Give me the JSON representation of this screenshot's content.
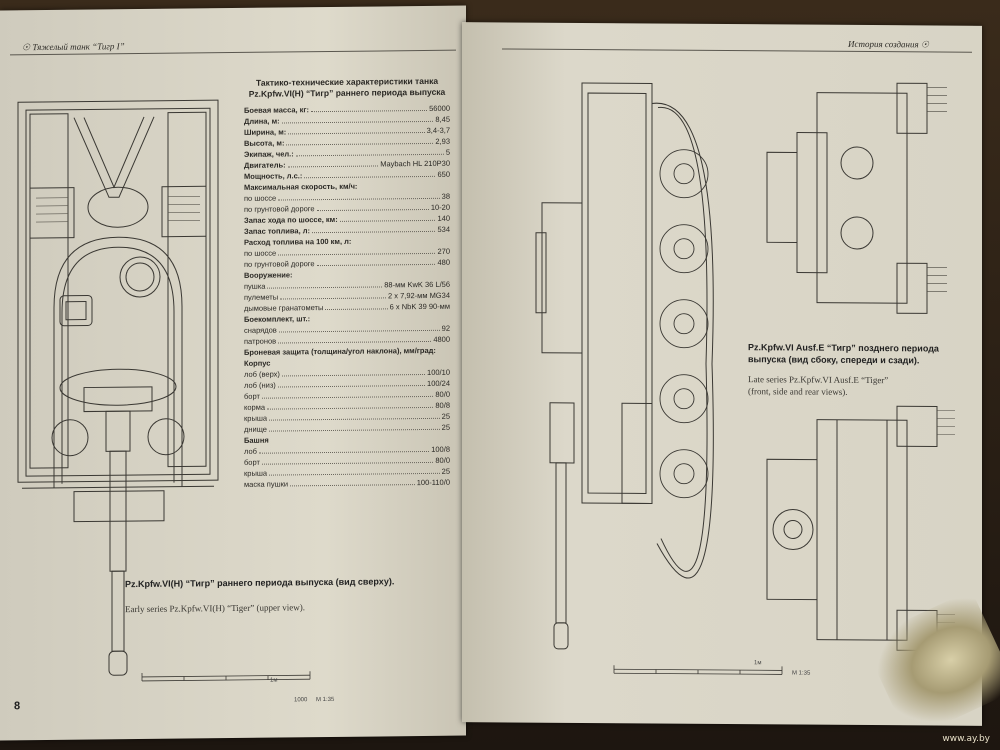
{
  "left_page": {
    "running_head": "☉ Тяжелый танк “Тигр I”",
    "page_number": "8",
    "specs": {
      "title_line1": "Тактико-технические характеристики танка",
      "title_line2": "Pz.Kpfw.VI(H) “Тигр” раннего периода выпуска",
      "rows": [
        {
          "label": "Боевая масса, кг:",
          "value": "56000",
          "bold": true
        },
        {
          "label": "Длина, м:",
          "value": "8,45",
          "bold": true
        },
        {
          "label": "Ширина, м:",
          "value": "3,4-3,7",
          "bold": true
        },
        {
          "label": "Высота, м:",
          "value": "2,93",
          "bold": true
        },
        {
          "label": "Экипаж, чел.:",
          "value": "5",
          "bold": true
        },
        {
          "label": "Двигатель:",
          "value": "Maybach HL 210P30",
          "bold": true
        },
        {
          "label": "Мощность, л.с.:",
          "value": "650",
          "bold": true
        },
        {
          "label": "Максимальная скорость, км/ч:",
          "value": "",
          "bold": true,
          "head": true
        },
        {
          "label": "по шоссе",
          "value": "38",
          "bold": false
        },
        {
          "label": "по грунтовой дороге",
          "value": "10-20",
          "bold": false
        },
        {
          "label": "Запас хода по шоссе, км:",
          "value": "140",
          "bold": true
        },
        {
          "label": "Запас топлива, л:",
          "value": "534",
          "bold": true
        },
        {
          "label": "Расход топлива на 100 км, л:",
          "value": "",
          "bold": true,
          "head": true
        },
        {
          "label": "по шоссе",
          "value": "270",
          "bold": false
        },
        {
          "label": "по грунтовой дороге",
          "value": "480",
          "bold": false
        },
        {
          "label": "Вооружение:",
          "value": "",
          "bold": true,
          "head": true
        },
        {
          "label": "пушка",
          "value": "88-мм KwK 36 L/56",
          "bold": false
        },
        {
          "label": "пулеметы",
          "value": "2 x 7,92-мм MG34",
          "bold": false
        },
        {
          "label": "дымовые гранатометы",
          "value": "6 x NbK 39 90-мм",
          "bold": false
        },
        {
          "label": "Боекомплект, шт.:",
          "value": "",
          "bold": true,
          "head": true
        },
        {
          "label": "снарядов",
          "value": "92",
          "bold": false
        },
        {
          "label": "патронов",
          "value": "4800",
          "bold": false
        },
        {
          "label": "Броневая защита (толщина/угол наклона), мм/град:",
          "value": "",
          "bold": true,
          "head": true
        },
        {
          "label": "Корпус",
          "value": "",
          "bold": true,
          "head": true
        },
        {
          "label": "лоб (верх)",
          "value": "100/10",
          "bold": false
        },
        {
          "label": "лоб (низ)",
          "value": "100/24",
          "bold": false
        },
        {
          "label": "борт",
          "value": "80/0",
          "bold": false
        },
        {
          "label": "корма",
          "value": "80/8",
          "bold": false
        },
        {
          "label": "крыша",
          "value": "25",
          "bold": false
        },
        {
          "label": "днище",
          "value": "25",
          "bold": false
        },
        {
          "label": "Башня",
          "value": "",
          "bold": true,
          "head": true
        },
        {
          "label": "лоб",
          "value": "100/8",
          "bold": false
        },
        {
          "label": "борт",
          "value": "80/0",
          "bold": false
        },
        {
          "label": "крыша",
          "value": "25",
          "bold": false
        },
        {
          "label": "маска пушки",
          "value": "100-110/0",
          "bold": false
        }
      ]
    },
    "caption_ru": "Pz.Kpfw.VI(H) “Тигр” раннего  периода выпуска (вид сверху).",
    "caption_en": "Early series Pz.Kpfw.VI(H) “Tiger” (upper view).",
    "scale_label_1": "1м",
    "scale_label_2": "1000",
    "scale_label_3": "М 1:35"
  },
  "right_page": {
    "running_head": "История создания ☉",
    "caption_ru_line1": "Pz.Kpfw.VI  Ausf.E “Тигр” позднего  периода",
    "caption_ru_line2": "выпуска (вид сбоку, спереди и сзади).",
    "caption_en_line1": "Late series Pz.Kpfw.VI Ausf.E “Tiger”",
    "caption_en_line2": "(front, side and rear views).",
    "scale_label_1": "1м",
    "scale_label_2": "М 1:35"
  },
  "watermark": "www.ay.by"
}
